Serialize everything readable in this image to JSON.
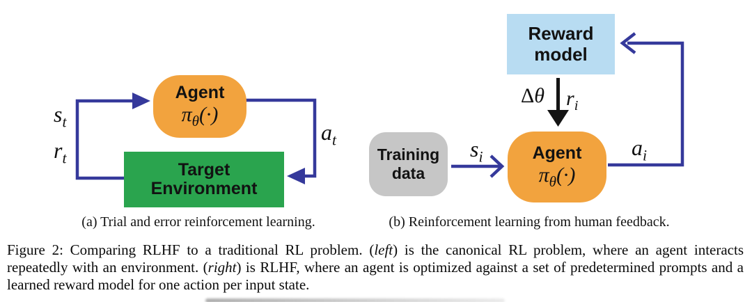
{
  "colors": {
    "orange": "#F2A33E",
    "green": "#2AA44E",
    "light_blue": "#B8DCF2",
    "gray": "#C6C6C6",
    "navy": "#35399B",
    "ink": "#141414",
    "background": "#FFFFFF"
  },
  "panel_a": {
    "agent": {
      "title": "Agent",
      "policy_main": "π",
      "policy_sub": "θ",
      "policy_args": "(·)"
    },
    "environment": {
      "line1": "Target",
      "line2": "Environment"
    },
    "labels": {
      "state": {
        "main": "s",
        "sub": "t"
      },
      "reward": {
        "main": "r",
        "sub": "t"
      },
      "action": {
        "main": "a",
        "sub": "t"
      }
    },
    "caption": "(a) Trial and error reinforcement learning."
  },
  "panel_b": {
    "reward_model": {
      "line1": "Reward",
      "line2": "model"
    },
    "training_data": {
      "line1": "Training",
      "line2": "data"
    },
    "agent": {
      "title": "Agent",
      "policy_main": "π",
      "policy_sub": "θ",
      "policy_args": "(·)"
    },
    "labels": {
      "delta": "Δ",
      "theta": "θ",
      "reward": {
        "main": "r",
        "sub": "i"
      },
      "state": {
        "main": "s",
        "sub": "i"
      },
      "action": {
        "main": "a",
        "sub": "i"
      }
    },
    "caption": "(b) Reinforcement learning from human feedback."
  },
  "figure_caption": {
    "prefix": "Figure 2: Comparing RLHF to a traditional RL problem. (",
    "left_word": "left",
    "middle": ") is the canonical RL problem, where an agent interacts repeatedly with an environment. (",
    "right_word": "right",
    "suffix": ") is RLHF, where an agent is optimized against a set of predetermined prompts and a learned reward model for one action per input state."
  }
}
